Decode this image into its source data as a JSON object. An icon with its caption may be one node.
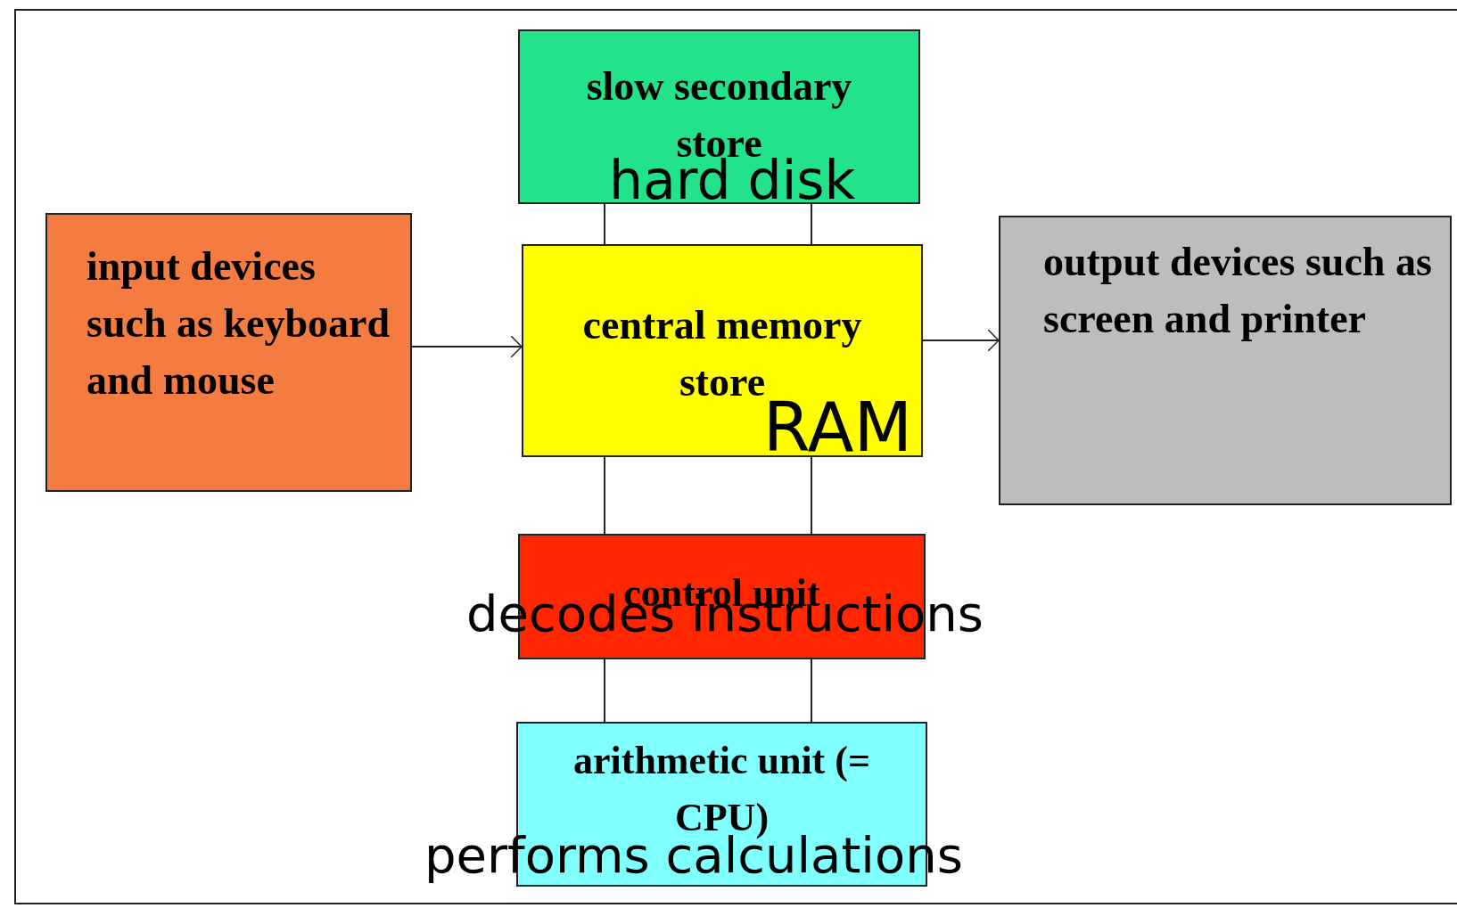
{
  "diagram": {
    "nodes": [
      {
        "text": [
          "slow secondary store",
          "hard disk"
        ]
      },
      {
        "text": [
          "input devices such as keyboard and mouse"
        ]
      },
      {
        "text": [
          "central memory store",
          "RAM"
        ]
      },
      {
        "text": [
          "output devices such as screen and printer"
        ]
      },
      {
        "text": [
          "control unit",
          "decodes instructions"
        ]
      },
      {
        "text": [
          "arithmetic unit (= CPU)",
          "performs calculations"
        ]
      }
    ],
    "edges": [
      {
        "from": 1,
        "to": 2,
        "arrow": "to"
      },
      {
        "from": 2,
        "to": 3,
        "arrow": "to"
      },
      {
        "from": 0,
        "to": 2,
        "arrow": "none"
      },
      {
        "from": 0,
        "to": 2,
        "arrow": "none"
      },
      {
        "from": 2,
        "to": 4,
        "arrow": "none"
      },
      {
        "from": 2,
        "to": 4,
        "arrow": "none"
      },
      {
        "from": 4,
        "to": 5,
        "arrow": "none"
      },
      {
        "from": 4,
        "to": 5,
        "arrow": "none"
      }
    ]
  }
}
